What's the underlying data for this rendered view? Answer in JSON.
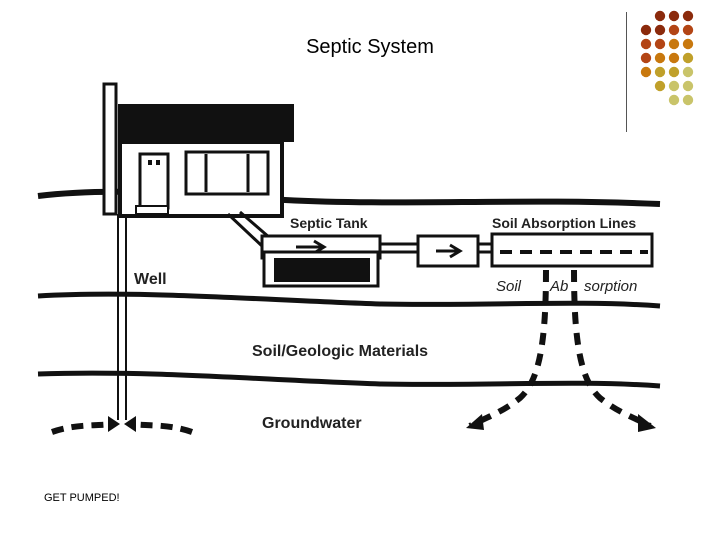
{
  "slide": {
    "title": "Septic System",
    "footer": "GET PUMPED!"
  },
  "diagram": {
    "labels": {
      "septic_tank": "Septic Tank",
      "soil_absorption_lines": "Soil Absorption Lines",
      "well": "Well",
      "soil_absorption_left": "Soil",
      "soil_absorption_mid": "Ab",
      "soil_absorption_right": "sorption",
      "soil_geologic": "Soil/Geologic Materials",
      "groundwater": "Groundwater"
    }
  },
  "decoration": {
    "dot_colors": [
      "#8b2a0c",
      "#b34515",
      "#c8780e",
      "#c0a02a",
      "#c9c46a"
    ]
  }
}
